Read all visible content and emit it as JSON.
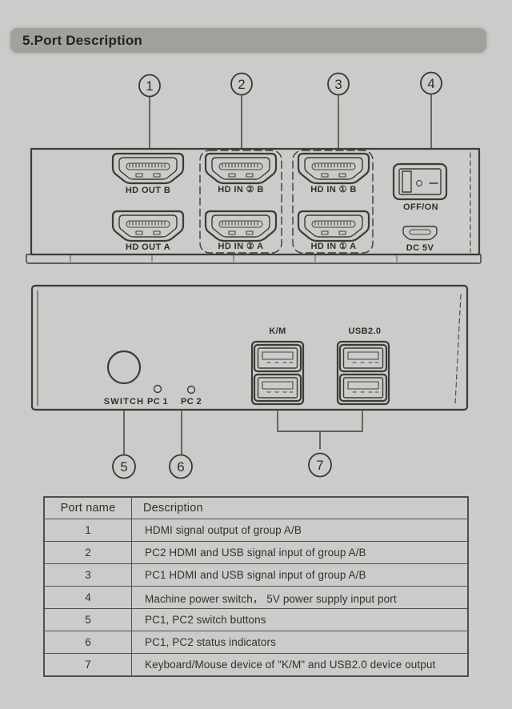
{
  "header": {
    "title": "5.Port Description"
  },
  "callouts": [
    "1",
    "2",
    "3",
    "4",
    "5",
    "6",
    "7"
  ],
  "back_panel": {
    "out_b": "HD OUT B",
    "out_a": "HD OUT A",
    "in2_b": "HD IN ② B",
    "in2_a": "HD IN ② A",
    "in1_b": "HD IN ① B",
    "in1_a": "HD IN ① A",
    "power": "OFF/ON",
    "dc": "DC 5V"
  },
  "front_panel": {
    "switch": "SWITCH",
    "pc1": "PC 1",
    "pc2": "PC 2",
    "km": "K/M",
    "usb": "USB2.0"
  },
  "table": {
    "headers": [
      "Port name",
      "Description"
    ],
    "rows": [
      {
        "port": "1",
        "description": "HDMI signal output of group A/B"
      },
      {
        "port": "2",
        "description": "PC2 HDMI and USB signal input of group A/B"
      },
      {
        "port": "3",
        "description": "PC1 HDMI and USB signal input of group A/B"
      },
      {
        "port": "4",
        "description": "Machine power switch， 5V power supply input port"
      },
      {
        "port": "5",
        "description": "PC1, PC2 switch buttons"
      },
      {
        "port": "6",
        "description": "PC1, PC2 status indicators"
      },
      {
        "port": "7",
        "description": "Keyboard/Mouse device of \"K/M\" and USB2.0 device output"
      }
    ]
  },
  "colors": {
    "paper": "#cbcbc9",
    "header_bar": "#a0a09d",
    "ink": "#3c3b37"
  }
}
